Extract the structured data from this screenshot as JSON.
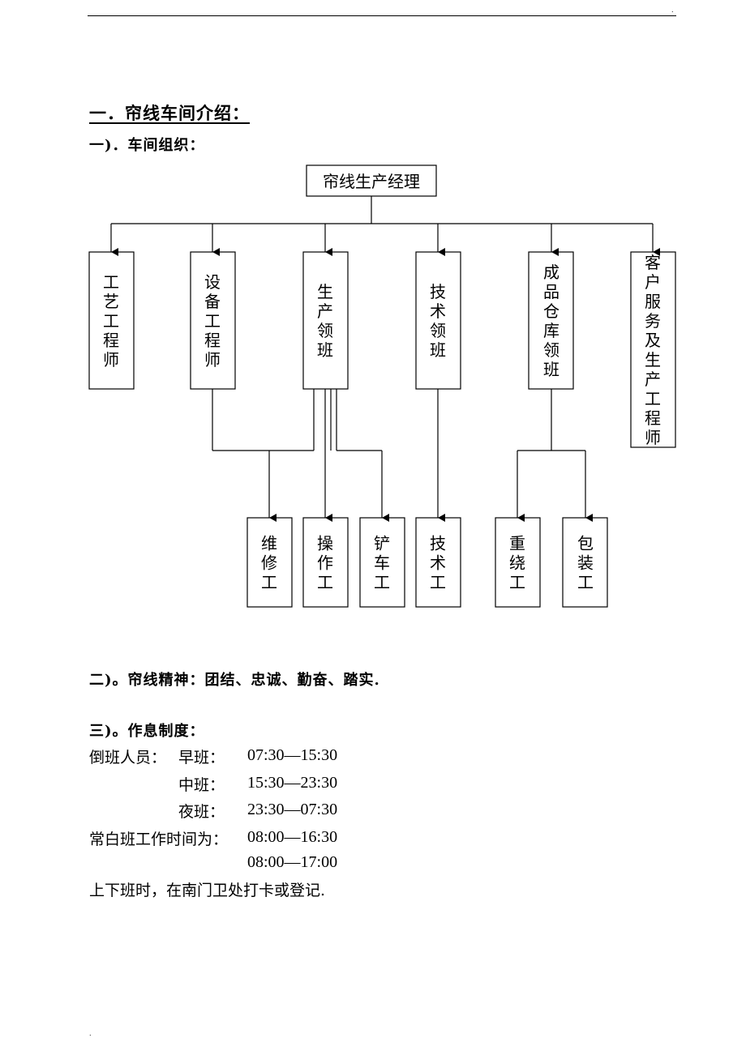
{
  "header": {
    "corner_mark": "."
  },
  "footer": {
    "corner_mark": "."
  },
  "section1": {
    "title": "一．帘线车间介绍：",
    "sub1": "一)．车间组织："
  },
  "org_chart": {
    "root": "帘线生产经理",
    "level1": [
      {
        "label": "工艺工程师"
      },
      {
        "label": "设备工程师"
      },
      {
        "label": "生产领班"
      },
      {
        "label": "技术领班"
      },
      {
        "label": "成品仓库领班"
      },
      {
        "label": "客户服务及生产工程师"
      }
    ],
    "level2": [
      {
        "label": "维修工"
      },
      {
        "label": "操作工"
      },
      {
        "label": "铲车工"
      },
      {
        "label": "技术工"
      },
      {
        "label": "重绕工"
      },
      {
        "label": "包装工"
      }
    ]
  },
  "section2": {
    "heading": "二)。帘线精神：团结、忠诚、勤奋、踏实."
  },
  "section3": {
    "heading": "三)。作息制度：",
    "shift_label": "倒班人员：",
    "rows": [
      {
        "name": "早班：",
        "time": "07:30—15:30"
      },
      {
        "name": "中班：",
        "time": "15:30—23:30"
      },
      {
        "name": "夜班：",
        "time": "23:30—07:30"
      }
    ],
    "day_label": "常白班工作时间为：",
    "day_times": [
      "08:00—16:30",
      "08:00—17:00"
    ],
    "note": "上下班时，在南门卫处打卡或登记."
  }
}
